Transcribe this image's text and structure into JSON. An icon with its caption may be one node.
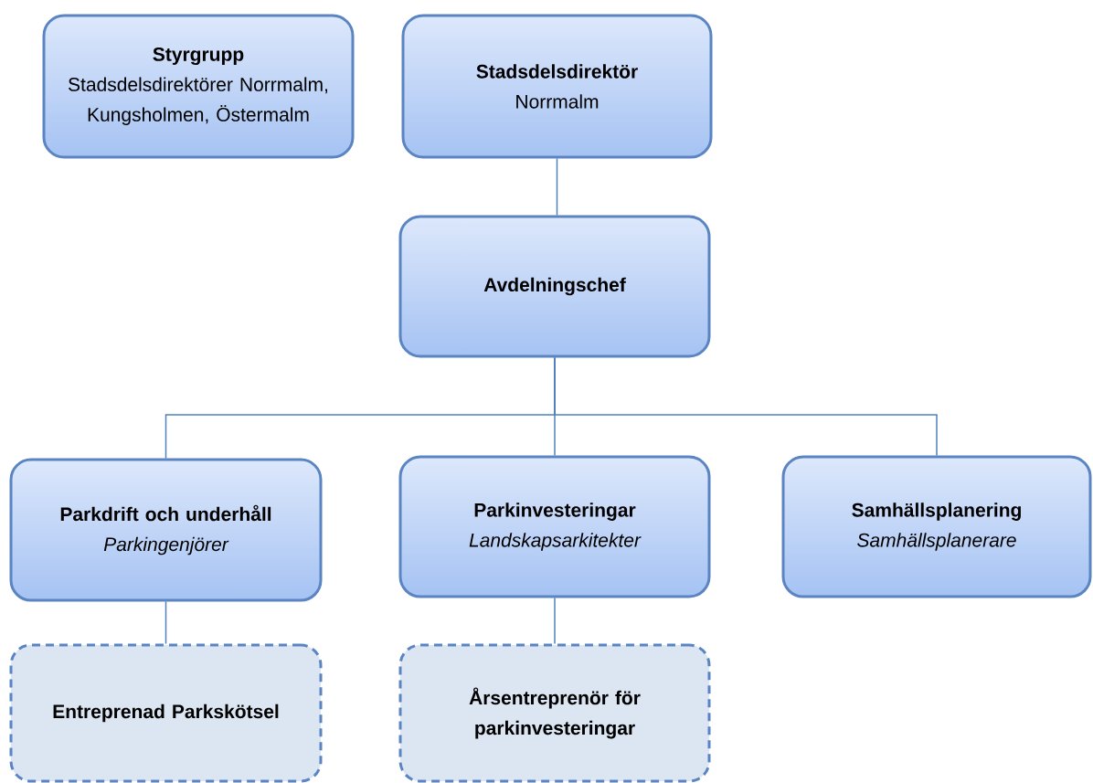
{
  "diagram": {
    "nodes": [
      {
        "text": [
          "Styrgrupp",
          "Stadsdelsdirektörer Norrmalm, Kungsholmen, Östermalm"
        ]
      },
      {
        "text": [
          "Stadsdelsdirektör",
          "Norrmalm"
        ]
      },
      {
        "text": [
          "Avdelningschef"
        ]
      },
      {
        "text": [
          "Parkdrift och underhåll",
          "Parkingenjörer"
        ]
      },
      {
        "text": [
          "Parkinvesteringar",
          "Landskapsarkitekter"
        ]
      },
      {
        "text": [
          "Samhällsplanering",
          "Samhällsplanerare"
        ]
      },
      {
        "text": [
          "Entreprenad Parkskötsel"
        ]
      },
      {
        "text": [
          "Årsentreprenör för parkinvesteringar"
        ]
      }
    ],
    "edges": [
      {
        "from": 1,
        "to": 2,
        "arrow": "none"
      },
      {
        "from": 2,
        "to": 3,
        "arrow": "none"
      },
      {
        "from": 2,
        "to": 4,
        "arrow": "none"
      },
      {
        "from": 2,
        "to": 5,
        "arrow": "none"
      },
      {
        "from": 3,
        "to": 6,
        "arrow": "none"
      },
      {
        "from": 4,
        "to": 7,
        "arrow": "none"
      }
    ]
  }
}
